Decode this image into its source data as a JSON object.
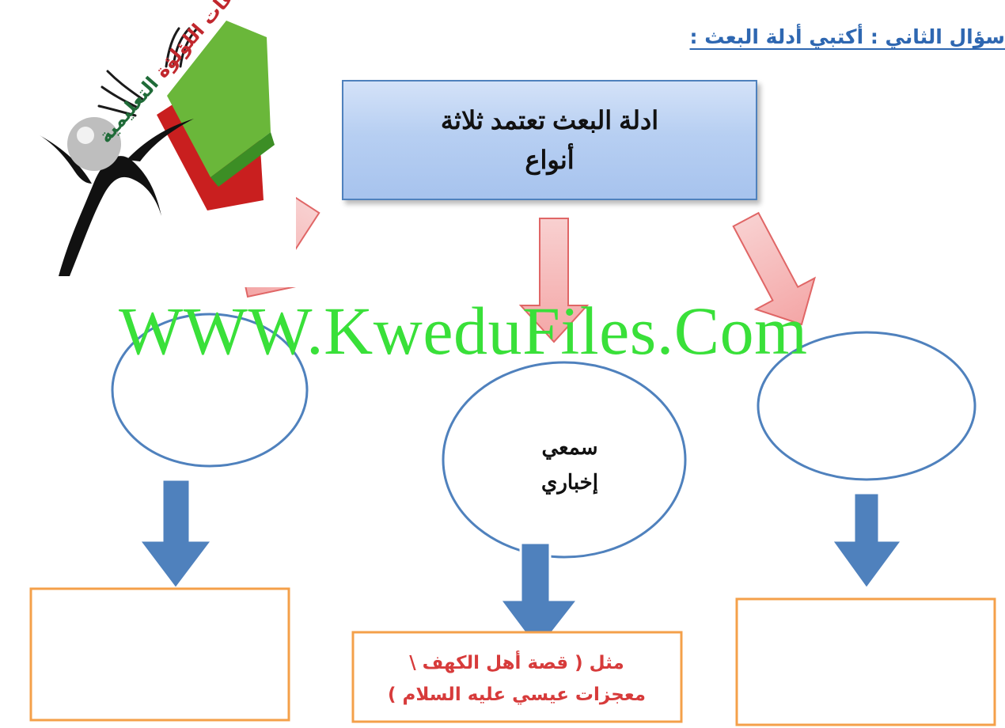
{
  "question": {
    "title": "سؤال الثاني : أكتبي أدلة البعث :"
  },
  "top_box": {
    "line1": "ادلة البعث تعتمد ثلاثة",
    "line2": "أنواع"
  },
  "middle_circle": {
    "line1": "سمعي",
    "line2": "إخباري"
  },
  "middle_box": {
    "line1": "مثل ( قصة أهل الكهف \\",
    "line2": "معجزات عيسي عليه السلام )"
  },
  "watermark": {
    "text": "WWW.KweduFiles.Com"
  },
  "logo": {
    "text_red": "مجموعات اللؤلؤة",
    "text_green": "التعليمية"
  },
  "colors": {
    "top_box_fill": "#b7cff2",
    "top_box_border": "#4f81bd",
    "circle_border": "#4f81bd",
    "bottom_box_border": "#f4a04a",
    "down_arrow_fill": "#4f81bd",
    "pink_arrow_fill": "#f6b6b6",
    "pink_arrow_stroke": "#e06666",
    "watermark_color": "#39e039",
    "middle_box_text": "#d73b3b"
  }
}
